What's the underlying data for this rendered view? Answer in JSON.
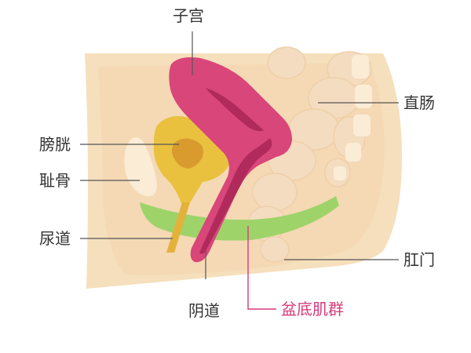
{
  "labels": {
    "uterus": "子宫",
    "rectum": "直肠",
    "bladder": "膀胱",
    "pubic_bone": "耻骨",
    "urethra": "尿道",
    "anus": "肛门",
    "vagina": "阴道",
    "pelvic_floor": "盆底肌群"
  },
  "colors": {
    "label_text": "#333333",
    "highlight_label": "#d63c7c",
    "leader_line": "#555555",
    "body_outer": "#f6dfbc",
    "body_inner": "#f3d3ad",
    "rectum": "#f4dcc0",
    "uterus": "#d9467a",
    "uterus_dark": "#b02a5b",
    "bladder": "#e9c13f",
    "bladder_inner": "#d99a2e",
    "pubic_bone": "#fbecd6",
    "pelvic_floor_muscle": "#9ed36a"
  }
}
